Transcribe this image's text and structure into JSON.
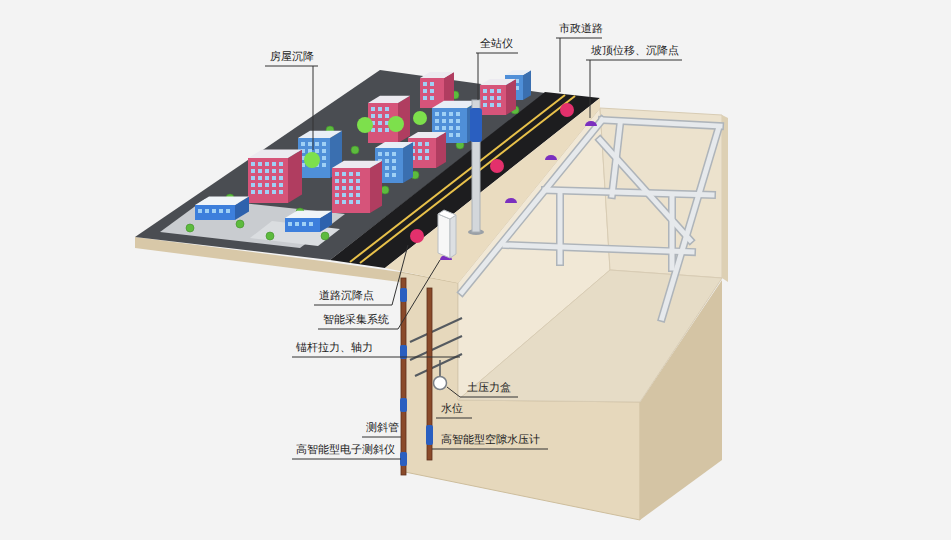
{
  "diagram": {
    "labels": [
      "房屋沉降",
      "全站仪",
      "市政道路",
      "坡顶位移、沉降点",
      "道路沉降点",
      "智能采集系统",
      "锚杆拉力、轴力",
      "土压力盒",
      "水位",
      "测斜管",
      "高智能型电子测斜仪",
      "高智能型空隙水压计"
    ]
  }
}
